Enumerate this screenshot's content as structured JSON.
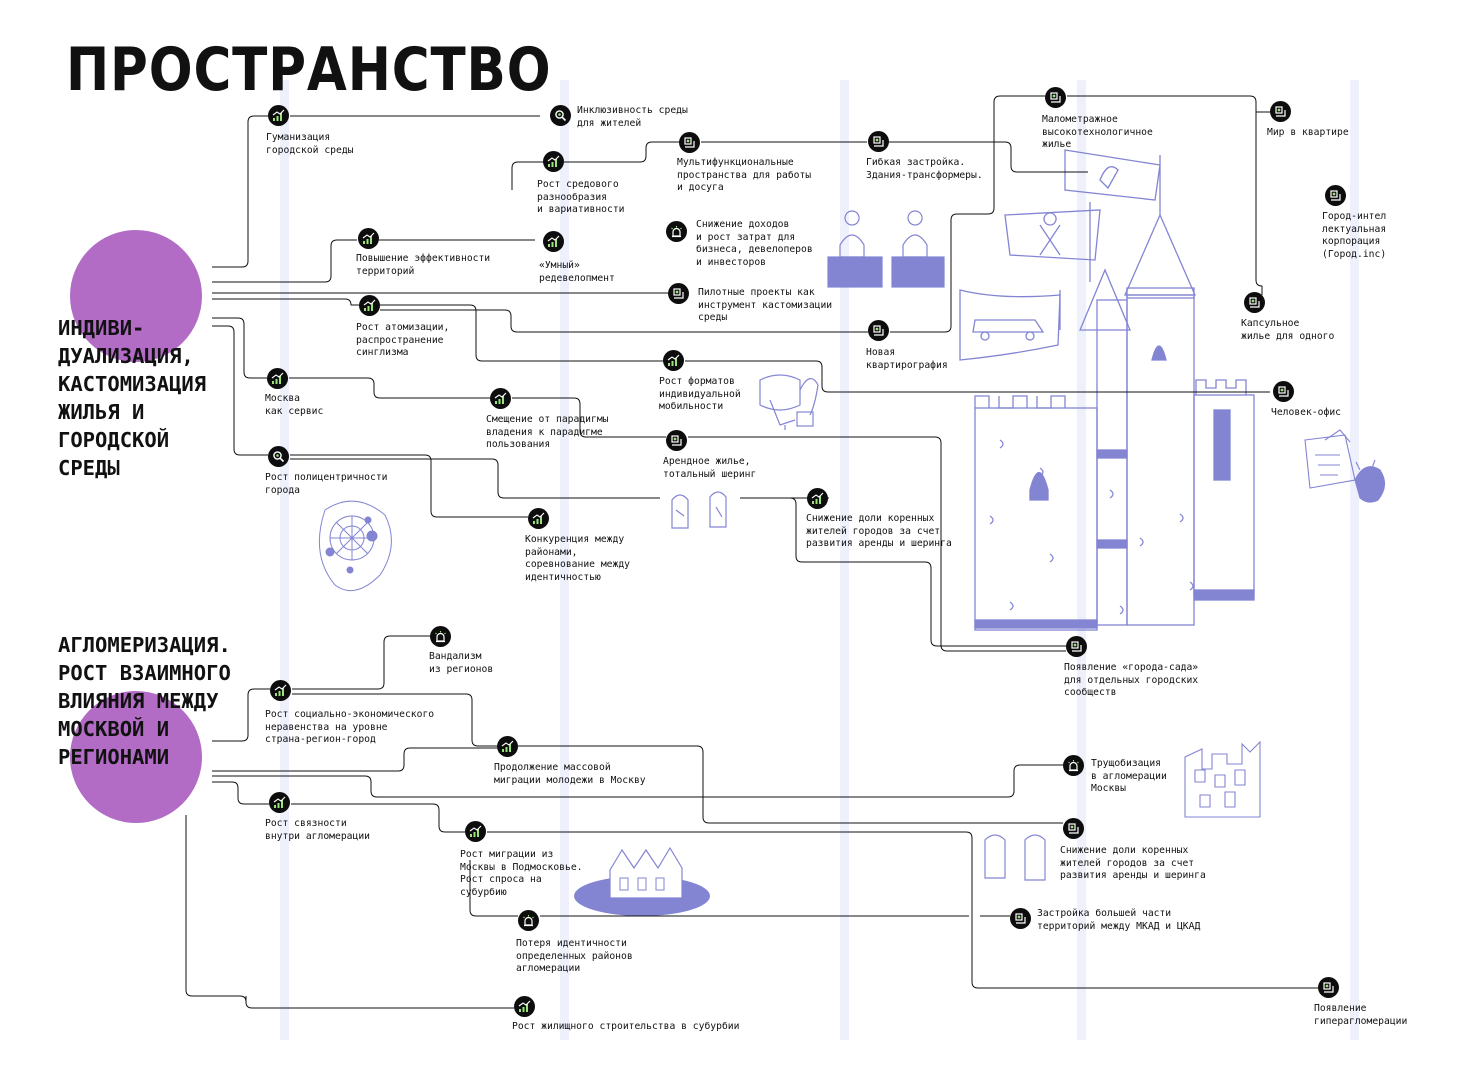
{
  "title": "ПРОСТРАНСТВО",
  "headings": {
    "individualization": "ИНДИВИ-\nДУАЛИЗАЦИЯ,\nКАСТОМИЗАЦИЯ\nЖИЛЬЯ И\nГОРОДСКОЙ\nСРЕДЫ",
    "agglomeration": "АГЛОМЕРИЗАЦИЯ.\nРОСТ ВЗАИМНОГО\nВЛИЯНИЯ МЕЖДУ\nМОСКВОЙ И\nРЕГИОНАМИ"
  },
  "colors": {
    "circle": "#b26cc6",
    "line": "#111111",
    "stripe": "#eef0fb",
    "illustration": "#8385d3",
    "iconAccent": "#9be27b",
    "iconBg": "#0d0d0d"
  },
  "nodes": [
    {
      "id": "gumanizaciya",
      "icon": "trend-icon",
      "text": "Гуманизация\nгородской среды"
    },
    {
      "id": "inklyuzivnost",
      "icon": "search-icon",
      "text": "Инклюзивность среды\nдля жителей"
    },
    {
      "id": "rost-sredovogo",
      "icon": "trend-icon",
      "text": "Рост средового\nразнообразия\nи вариативности"
    },
    {
      "id": "multifunkc",
      "icon": "pattern-icon",
      "text": "Мультифункциональные\nпространства для работы\nи досуга"
    },
    {
      "id": "gibkaya",
      "icon": "pattern-icon",
      "text": "Гибкая застройка.\nЗдания-трансформеры."
    },
    {
      "id": "malometr",
      "icon": "pattern-icon",
      "text": "Малометражное\nвысокотехнологичное\nжилье"
    },
    {
      "id": "mir-v-kvartire",
      "icon": "pattern-icon",
      "text": "Мир в квартире"
    },
    {
      "id": "gorod-intel",
      "icon": "pattern-icon",
      "text": "Город-интел\nлектуальная\nкорпорация\n(Город.inc)"
    },
    {
      "id": "snizhenie-dohodov",
      "icon": "alert-icon",
      "text": "Снижение доходов\nи рост затрат для\nбизнеса, девелоперов\nи инвесторов"
    },
    {
      "id": "povyshenie",
      "icon": "trend-icon",
      "text": "Повышение эффективности\nтерриторий"
    },
    {
      "id": "umny",
      "icon": "trend-icon",
      "text": "«Умный»\nредевелопмент"
    },
    {
      "id": "pilotnye",
      "icon": "pattern-icon",
      "text": "Пилотные проекты как\nинструмент кастомизации\nсреды"
    },
    {
      "id": "kapsulnoe",
      "icon": "pattern-icon",
      "text": "Капсульное\nжилье для одного"
    },
    {
      "id": "rost-atomizacii",
      "icon": "trend-icon",
      "text": "Рост атомизации,\nраспространение\nсинглизма"
    },
    {
      "id": "novaya",
      "icon": "pattern-icon",
      "text": "Новая\nквартирография"
    },
    {
      "id": "rost-formatov",
      "icon": "trend-icon",
      "text": "Рост форматов\nиндивидуальной\nмобильности"
    },
    {
      "id": "chelovek-ofis",
      "icon": "pattern-icon",
      "text": "Человек-офис"
    },
    {
      "id": "moskva-servis",
      "icon": "trend-icon",
      "text": "Москва\nкак сервис"
    },
    {
      "id": "smeschenie",
      "icon": "trend-icon",
      "text": "Смещение от парадигмы\nвладения к парадигме\nпользования"
    },
    {
      "id": "arendnoe",
      "icon": "pattern-icon",
      "text": "Арендное жилье,\nтотальный шеринг"
    },
    {
      "id": "rost-policentr",
      "icon": "search-icon",
      "text": "Рост полицентричности\nгорода"
    },
    {
      "id": "snizhenie-doli-1",
      "icon": "trend-icon",
      "text": "Снижение доли коренных\nжителей городов за счет\nразвития аренды и шеринга"
    },
    {
      "id": "konkurenciya",
      "icon": "trend-icon",
      "text": "Конкуренция между\nрайонами,\nсоревнование между\nидентичностью"
    },
    {
      "id": "poyavlenie-sada",
      "icon": "pattern-icon",
      "text": "Появление «города-сада»\nдля отдельных городских\nсообществ"
    },
    {
      "id": "vandalizm",
      "icon": "alert-icon",
      "text": "Вандализм\nиз регионов"
    },
    {
      "id": "rost-socialno",
      "icon": "trend-icon",
      "text": "Рост социально-экономического\nнеравенства на уровне\nстрана-регион-город"
    },
    {
      "id": "prodolzhenie",
      "icon": "trend-icon",
      "text": "Продолжение массовой\nмиграции молодежи в Москву"
    },
    {
      "id": "truscheb",
      "icon": "alert-icon",
      "text": "Трущобизация\nв агломерации\nМосквы"
    },
    {
      "id": "rost-svyaznosti",
      "icon": "trend-icon",
      "text": "Рост связности\nвнутри агломерации"
    },
    {
      "id": "snizhenie-doli-2",
      "icon": "pattern-icon",
      "text": "Снижение доли коренных\nжителей городов за счет\nразвития аренды и шеринга"
    },
    {
      "id": "rost-migracii",
      "icon": "trend-icon",
      "text": "Рост миграции из\nМосквы в Подмосковье.\nРост спроса на\nсубурбию"
    },
    {
      "id": "zastroyka",
      "icon": "pattern-icon",
      "text": "Застройка большей части\nтерриторий между МКАД и ЦКАД"
    },
    {
      "id": "poterya",
      "icon": "alert-icon",
      "text": "Потеря идентичности\nопределенных районов\nагломерации"
    },
    {
      "id": "poyavlenie-giper",
      "icon": "pattern-icon",
      "text": "Появление\nгиперагломерации"
    },
    {
      "id": "rost-zhilischnogo",
      "icon": "trend-icon",
      "text": "Рост жилищного строительства в субурбии"
    }
  ]
}
